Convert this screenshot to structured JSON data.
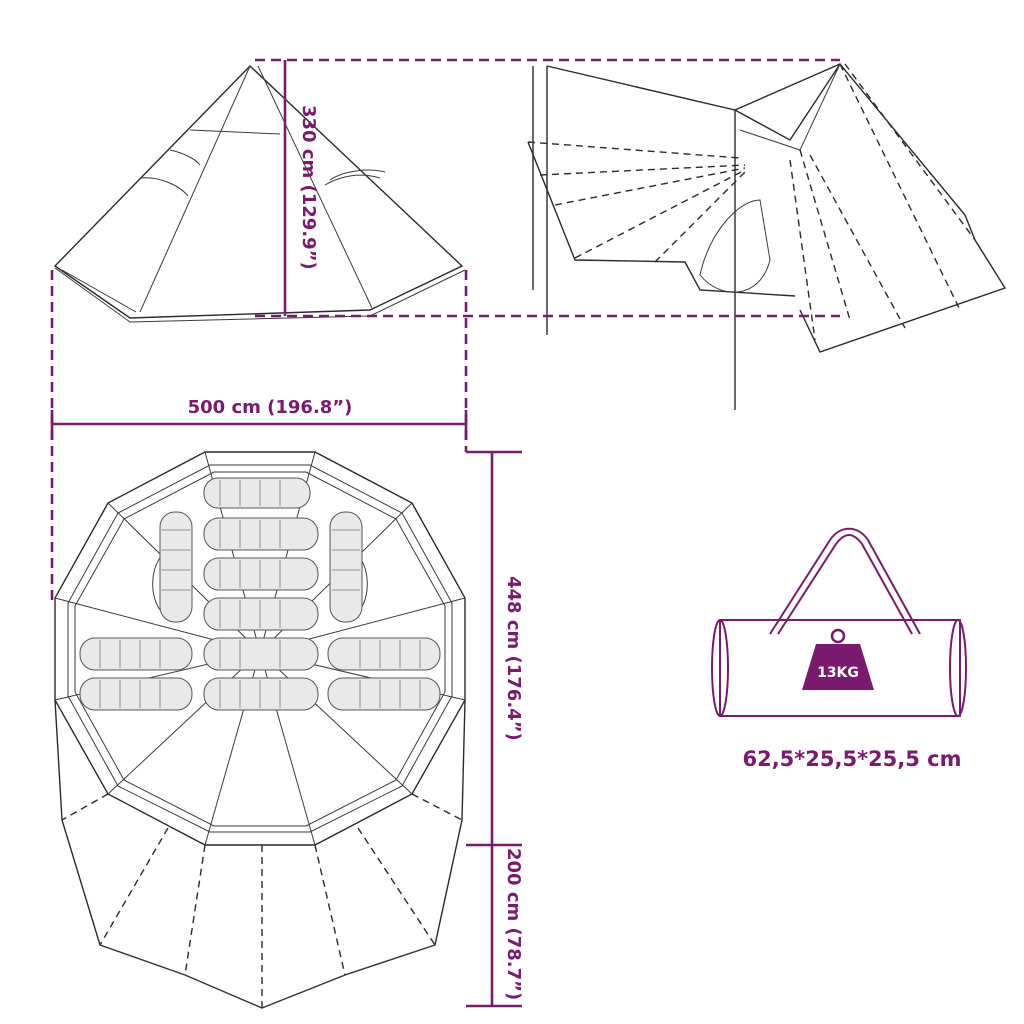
{
  "dimensions": {
    "height": "330 cm (129.9”)",
    "width": "500 cm (196.8”)",
    "depth_inner": "448 cm (176.4”)",
    "depth_vestibule": "200 cm (78.7”)"
  },
  "bag": {
    "weight": "13KG",
    "size": "62,5*25,5*25,5 cm"
  },
  "colors": {
    "accent": "#7a1a6e",
    "line": "#2a2a2a"
  }
}
